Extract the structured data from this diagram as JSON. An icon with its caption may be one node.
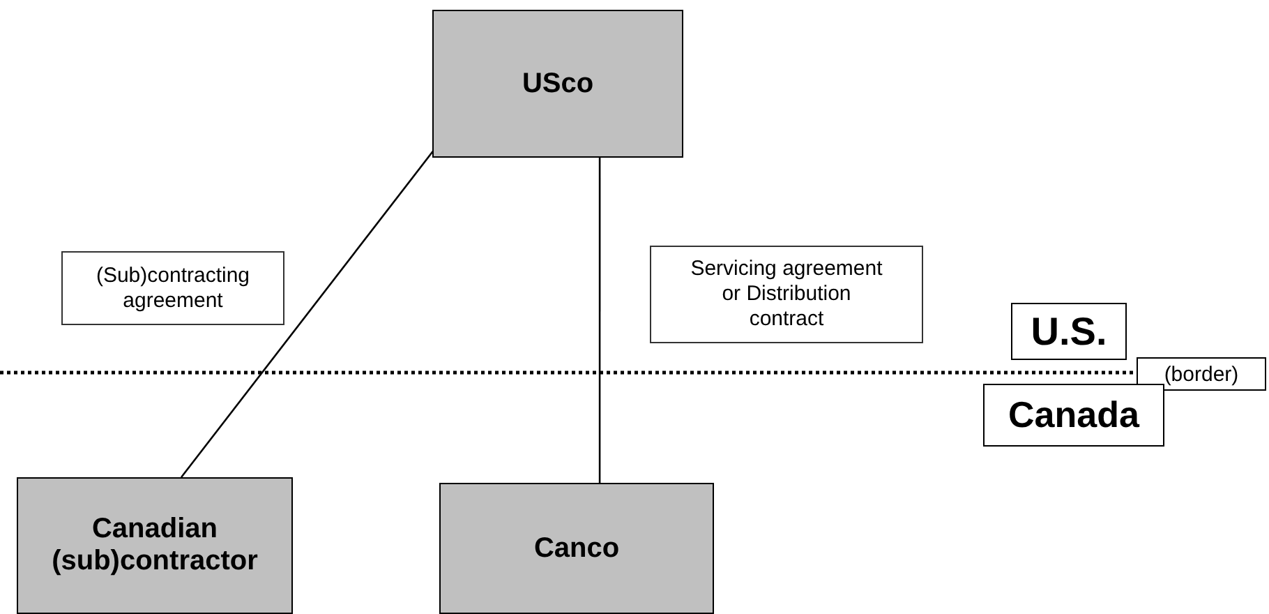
{
  "diagram": {
    "nodes": [
      {
        "text": [
          "USco"
        ]
      },
      {
        "text": [
          "Canadian (sub)contractor"
        ]
      },
      {
        "text": [
          "Canco"
        ]
      },
      {
        "text": [
          "U.S."
        ]
      },
      {
        "text": [
          "(border)"
        ]
      },
      {
        "text": [
          "Canada"
        ]
      }
    ],
    "edges": [
      {
        "from": 0,
        "to": 1,
        "arrow": "none",
        "label": "(Sub)contracting agreement"
      },
      {
        "from": 0,
        "to": 2,
        "arrow": "none",
        "label": "Servicing agreement or Distribution contract"
      }
    ]
  }
}
